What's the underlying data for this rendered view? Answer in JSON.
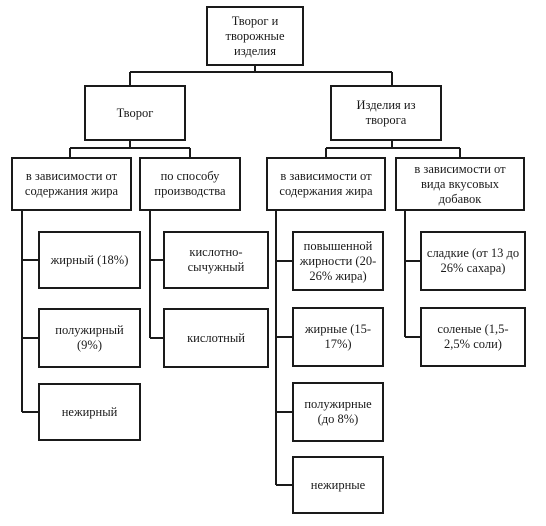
{
  "diagram": {
    "root": "Творог и творожные изделия",
    "groups": [
      {
        "label": "Творог",
        "criteria": [
          {
            "label": "в зависимости от содержания жира",
            "items": [
              "жирный (18%)",
              "полужирный (9%)",
              "нежирный"
            ]
          },
          {
            "label": "по способу производства",
            "items": [
              "кислотно-сычужный",
              "кислотный"
            ]
          }
        ]
      },
      {
        "label": "Изделия из творога",
        "criteria": [
          {
            "label": "в зависимости от содержания жира",
            "items": [
              "повышенной жирности (20-26% жира)",
              "жирные (15-17%)",
              "полужирные (до 8%)",
              "нежирные"
            ]
          },
          {
            "label": "в зависимости от вида вкусовых добавок",
            "items": [
              "сладкие (от 13 до 26% сахара)",
              "соленые (1,5-2,5% соли)"
            ]
          }
        ]
      }
    ]
  },
  "colors": {
    "line": "#1a1a1a",
    "background": "#ffffff",
    "text": "#1a1a1a"
  }
}
